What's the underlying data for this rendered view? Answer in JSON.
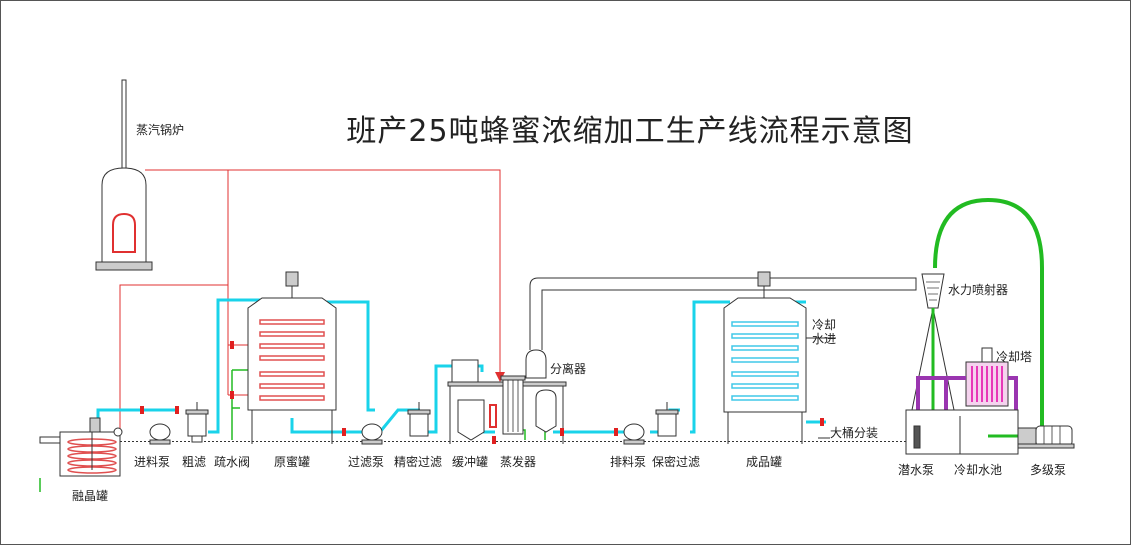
{
  "title": "班产25吨蜂蜜浓缩加工生产线流程示意图",
  "labels": {
    "boiler": "蒸汽锅炉",
    "melting_tank": "融晶罐",
    "feed_pump": "进料泵",
    "coarse_filter": "粗滤",
    "drain_valve": "疏水阀",
    "raw_honey_tank": "原蜜罐",
    "filter_pump": "过滤泵",
    "fine_filter": "精密过滤",
    "buffer_tank": "缓冲罐",
    "evaporator": "蒸发器",
    "separator": "分离器",
    "discharge_pump": "排料泵",
    "safety_filter": "保密过滤",
    "product_tank": "成品罐",
    "cooling_water_in_1": "冷却",
    "cooling_water_in_2": "水进",
    "bucket_packing": "大桶分装",
    "water_ejector": "水力喷射器",
    "cooling_tower": "冷却塔",
    "submersible_pump": "潜水泵",
    "cooling_pool": "冷却水池",
    "multistage_pump": "多级泵"
  },
  "colors": {
    "steam_line": "#e03030",
    "honey_line": "#19d3ea",
    "water_line": "#22bb22",
    "vacuum_line": "#444444",
    "coil_red": "#e05050",
    "coil_cyan": "#40c8e8",
    "tower_fill": "#e838b8",
    "tower_frame": "#9a35b0",
    "valve": "#e02020"
  }
}
